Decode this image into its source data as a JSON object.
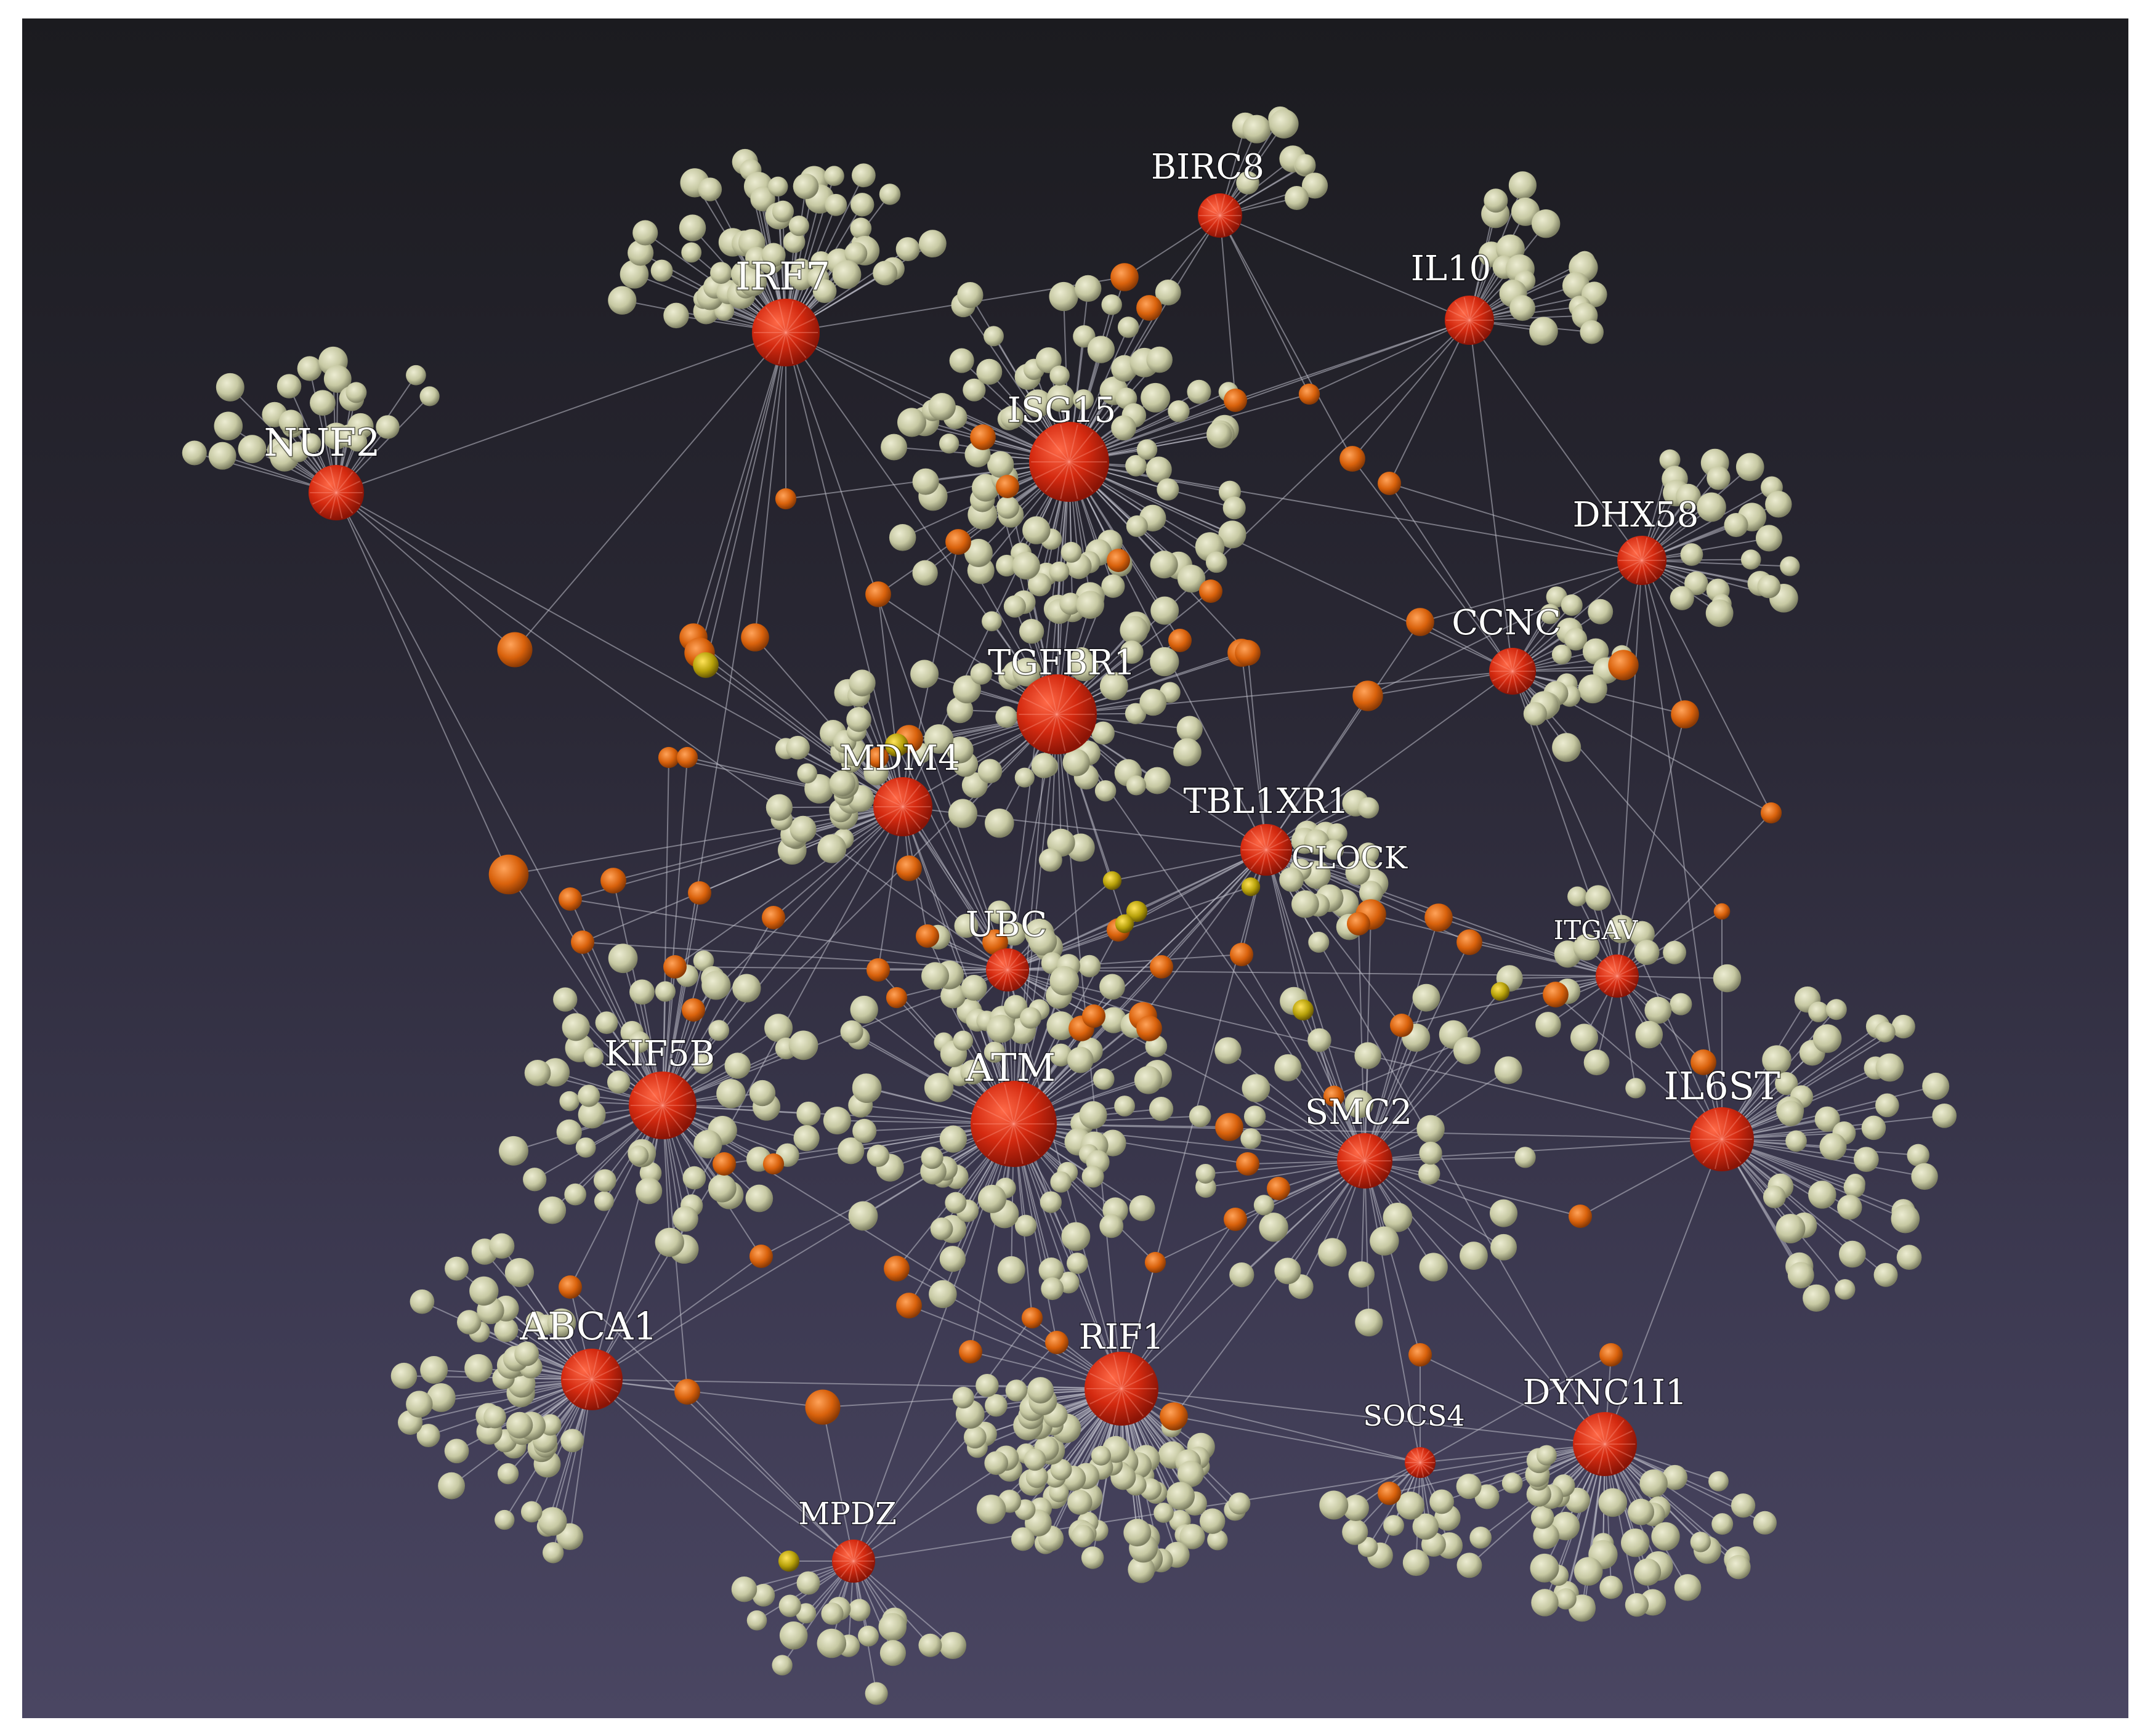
{
  "figure": {
    "type": "network",
    "hubs": [
      {
        "id": "IRF7",
        "label": "IRF7",
        "size": "large",
        "leaves": 60
      },
      {
        "id": "BIRC8",
        "label": "BIRC8",
        "size": "medium",
        "leaves": 10
      },
      {
        "id": "IL10",
        "label": "IL10",
        "size": "medium",
        "leaves": 20
      },
      {
        "id": "NUF2",
        "label": "NUF2",
        "size": "medium",
        "leaves": 26
      },
      {
        "id": "ISG15",
        "label": "ISG15",
        "size": "large",
        "leaves": 90
      },
      {
        "id": "DHX58",
        "label": "DHX58",
        "size": "medium",
        "leaves": 24
      },
      {
        "id": "CCNC",
        "label": "CCNC",
        "size": "medium",
        "leaves": 18
      },
      {
        "id": "TGFBR1",
        "label": "TGFBR1",
        "size": "large",
        "leaves": 50
      },
      {
        "id": "MDM4",
        "label": "MDM4",
        "size": "medium",
        "leaves": 30
      },
      {
        "id": "TBL1XR1",
        "label": "TBL1XR1",
        "size": "medium",
        "leaves": 22
      },
      {
        "id": "CLOCK",
        "label": "CLOCK",
        "size": "small",
        "leaves": 8
      },
      {
        "id": "UBC",
        "label": "UBC",
        "size": "medium",
        "leaves": 14
      },
      {
        "id": "ITGAV",
        "label": "ITGAV",
        "size": "small",
        "leaves": 18,
        "label_small": true
      },
      {
        "id": "KIF5B",
        "label": "KIF5B",
        "size": "medium",
        "leaves": 56
      },
      {
        "id": "ATM",
        "label": "ATM",
        "size": "large",
        "leaves": 80
      },
      {
        "id": "SMC2",
        "label": "SMC2",
        "size": "medium",
        "leaves": 34
      },
      {
        "id": "IL6ST",
        "label": "IL6ST",
        "size": "large",
        "leaves": 44
      },
      {
        "id": "ABCA1",
        "label": "ABCA1",
        "size": "large",
        "leaves": 52
      },
      {
        "id": "RIF1",
        "label": "RIF1",
        "size": "large",
        "leaves": 90
      },
      {
        "id": "SOCS4",
        "label": "SOCS4",
        "size": "small",
        "leaves": 12,
        "label_small": true
      },
      {
        "id": "DYNC1I1",
        "label": "DYNC1I1",
        "size": "large",
        "leaves": 50
      },
      {
        "id": "MPDZ",
        "label": "MPDZ",
        "size": "medium",
        "leaves": 20
      }
    ],
    "colors": {
      "hub": "#d42a10",
      "connector": "#d9620c",
      "connector_yellow": "#b8a20a",
      "leaf": "#c6c8a2",
      "edge": "#bdbdc8",
      "label": "#ffffff"
    }
  }
}
